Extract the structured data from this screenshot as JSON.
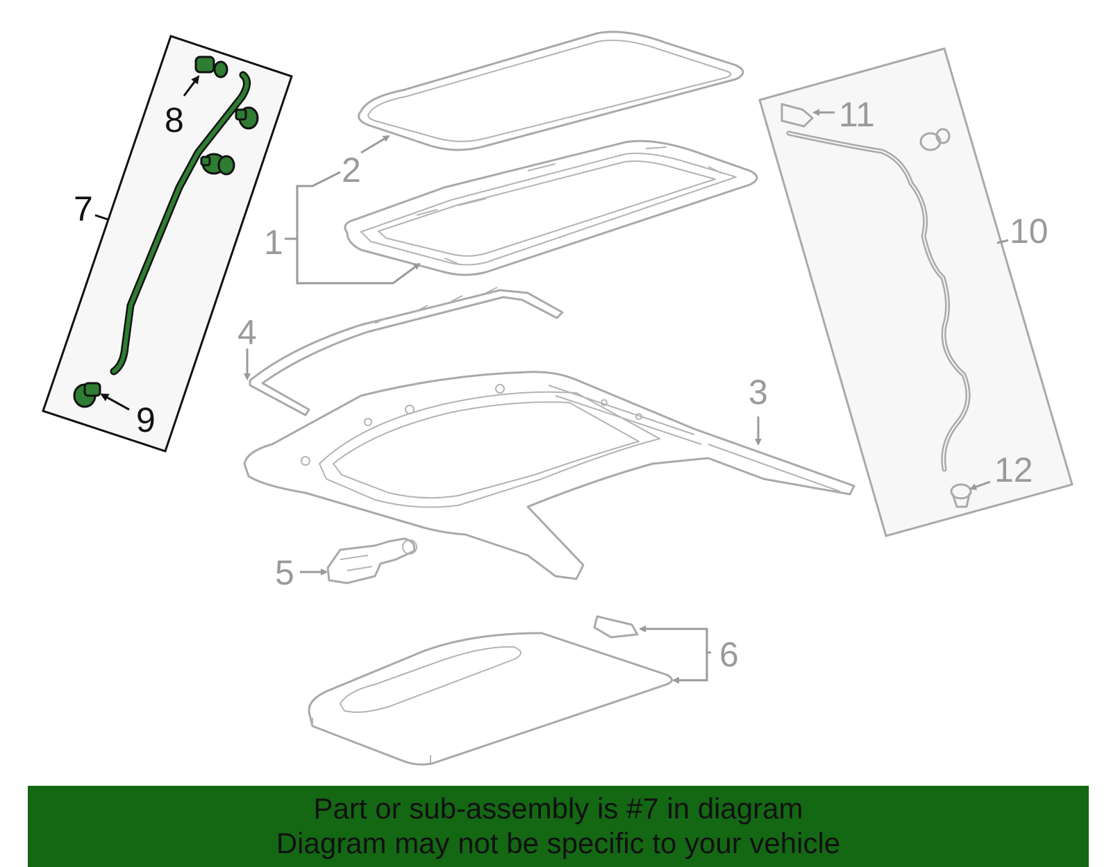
{
  "callouts": [
    {
      "id": "1",
      "label": "1",
      "highlighted": false
    },
    {
      "id": "2",
      "label": "2",
      "highlighted": false
    },
    {
      "id": "3",
      "label": "3",
      "highlighted": false
    },
    {
      "id": "4",
      "label": "4",
      "highlighted": false
    },
    {
      "id": "5",
      "label": "5",
      "highlighted": false
    },
    {
      "id": "6",
      "label": "6",
      "highlighted": false
    },
    {
      "id": "7",
      "label": "7",
      "highlighted": true
    },
    {
      "id": "8",
      "label": "8",
      "highlighted": true
    },
    {
      "id": "9",
      "label": "9",
      "highlighted": true
    },
    {
      "id": "10",
      "label": "10",
      "highlighted": false
    },
    {
      "id": "11",
      "label": "11",
      "highlighted": false
    },
    {
      "id": "12",
      "label": "12",
      "highlighted": false
    }
  ],
  "banner": {
    "line1": "Part or sub-assembly is #7 in diagram",
    "line2": "Diagram may not be specific to your vehicle"
  },
  "colors": {
    "highlight_part": "#2e7d32",
    "banner_bg": "#146814",
    "part_outline": "#a9a9a9",
    "dark_text": "#111111",
    "grey_text": "#9a9a9a"
  }
}
